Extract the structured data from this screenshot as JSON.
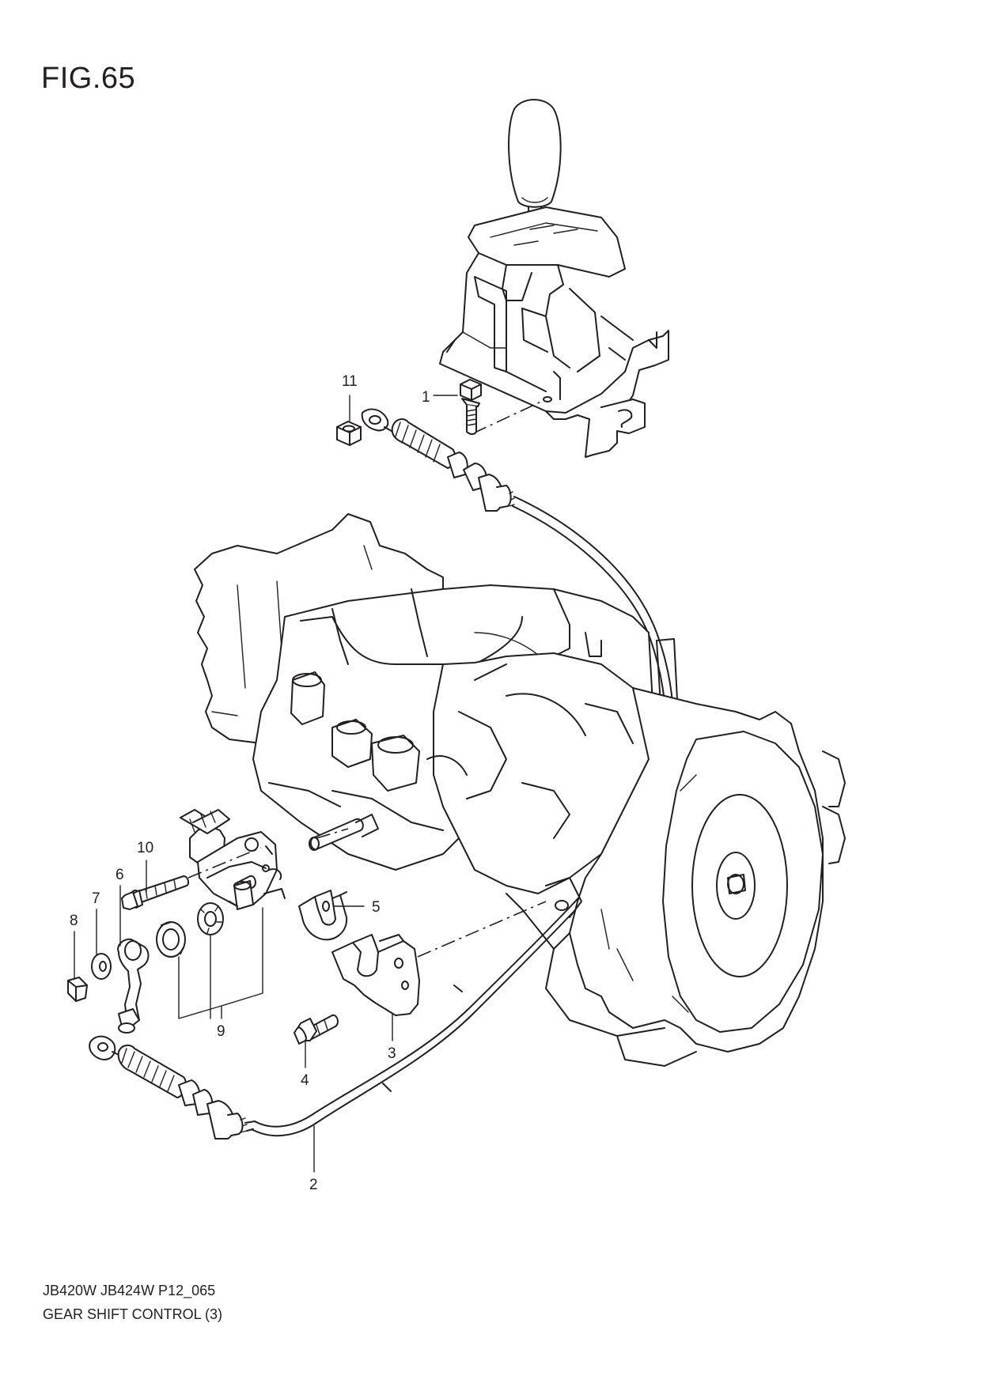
{
  "figure": {
    "title": "FIG.65"
  },
  "callouts": [
    {
      "id": "c11a",
      "label": "11"
    },
    {
      "id": "c1",
      "label": "1"
    },
    {
      "id": "c10",
      "label": "10"
    },
    {
      "id": "c6",
      "label": "6"
    },
    {
      "id": "c7",
      "label": "7"
    },
    {
      "id": "c8",
      "label": "8"
    },
    {
      "id": "c5",
      "label": "5"
    },
    {
      "id": "c9",
      "label": "9"
    },
    {
      "id": "c4",
      "label": "4"
    },
    {
      "id": "c3",
      "label": "3"
    },
    {
      "id": "c2",
      "label": "2"
    }
  ],
  "footer": {
    "model_code": "JB420W JB424W P12_065",
    "section_title": "GEAR SHIFT CONTROL (3)"
  }
}
